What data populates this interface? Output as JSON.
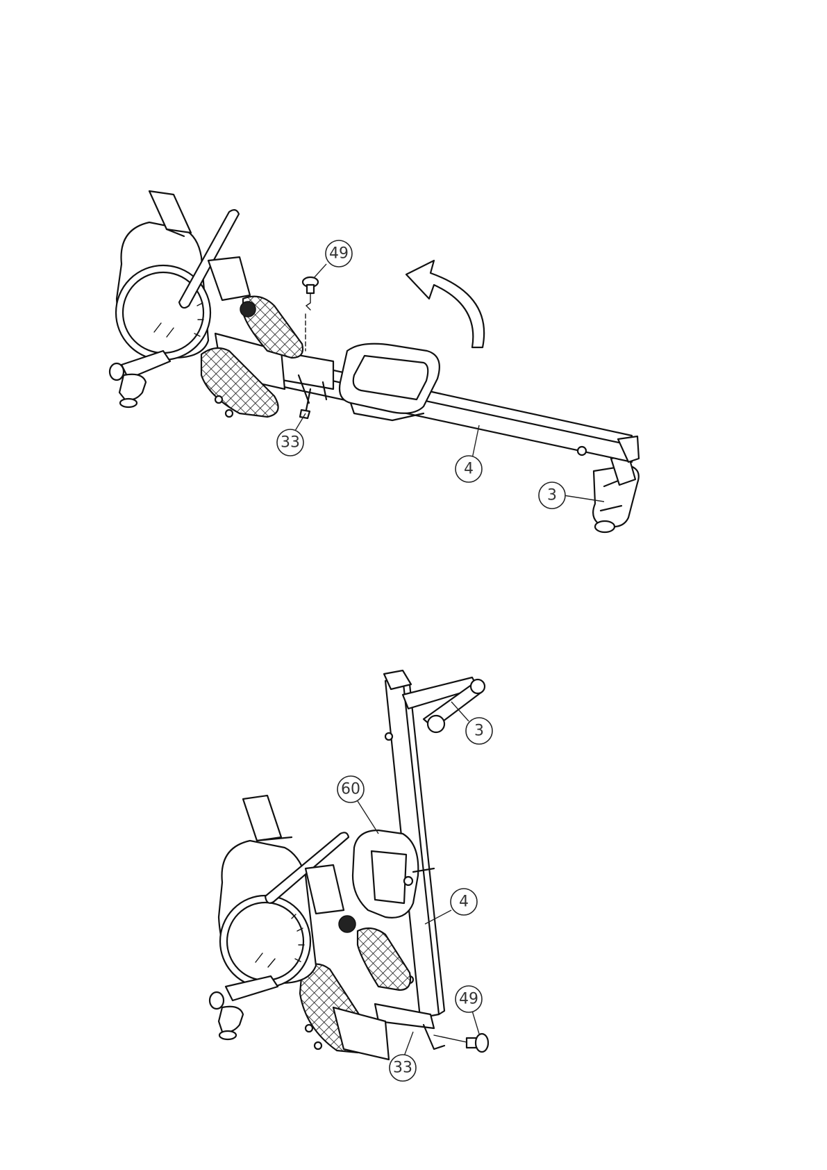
{
  "figures": [
    {
      "id": "unfolded",
      "callouts": [
        {
          "label": "49"
        },
        {
          "label": "33"
        },
        {
          "label": "4"
        },
        {
          "label": "3"
        }
      ]
    },
    {
      "id": "folded",
      "callouts": [
        {
          "label": "3"
        },
        {
          "label": "60"
        },
        {
          "label": "4"
        },
        {
          "label": "49"
        },
        {
          "label": "33"
        }
      ]
    }
  ],
  "colors": {
    "line": "#111111",
    "background": "#ffffff"
  }
}
